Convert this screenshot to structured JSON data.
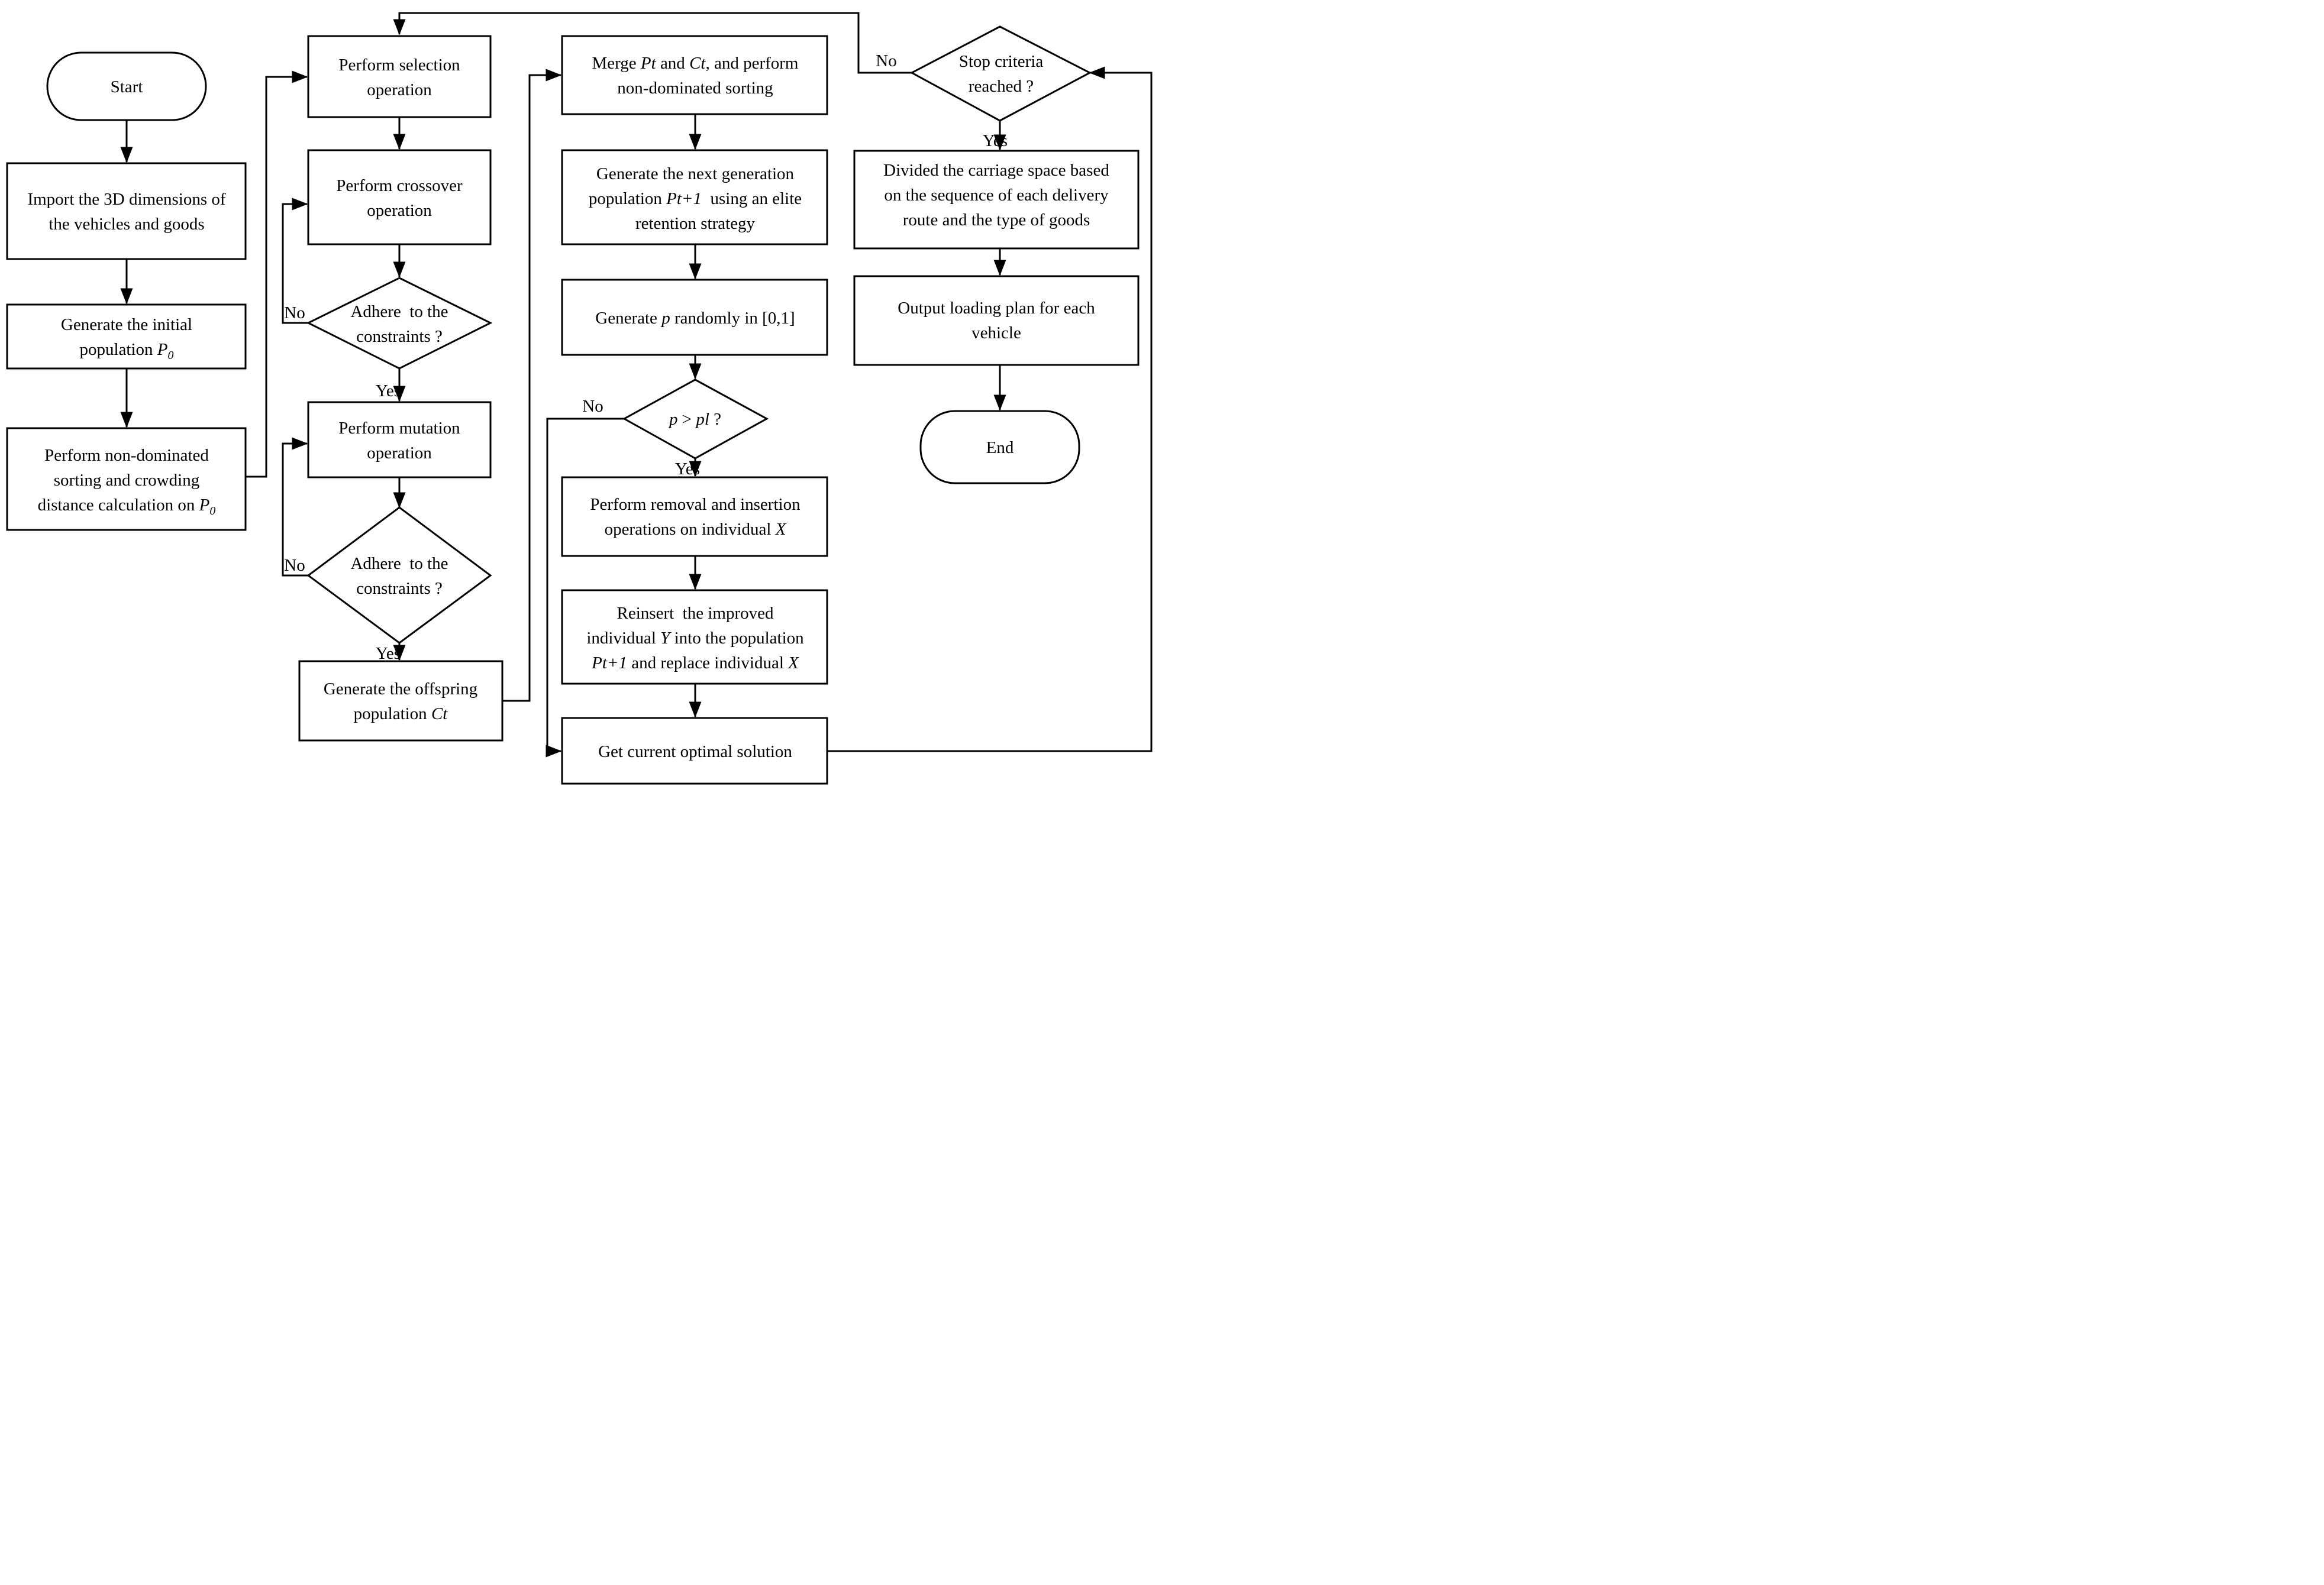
{
  "colors": {
    "line": "#000000",
    "background": "#ffffff",
    "text": "#000000"
  },
  "labels": {
    "yes": "Yes",
    "no": "No"
  },
  "nodes": {
    "start": {
      "label": "Start"
    },
    "import": {
      "l1": "Import the 3D dimensions of",
      "l2": "the vehicles and goods"
    },
    "geninit": {
      "l1": "Generate the initial",
      "l2a": "population ",
      "l2b": "P",
      "l2c": "0"
    },
    "sorting": {
      "l1": "Perform non-dominated",
      "l2": "sorting and crowding",
      "l3a": "distance calculation on ",
      "l3b": "P",
      "l3c": "0"
    },
    "selection": {
      "l1": "Perform selection",
      "l2": "operation"
    },
    "crossover": {
      "l1": "Perform crossover",
      "l2": "operation"
    },
    "constraints1": {
      "l1": "Adhere  to the",
      "l2": "constraints ?"
    },
    "mutation": {
      "l1": "Perform mutation",
      "l2": "operation"
    },
    "constraints2": {
      "l1": "Adhere  to the",
      "l2": "constraints ?"
    },
    "offspring": {
      "l1": "Generate the offspring",
      "l2a": "population ",
      "l2b": "Ct"
    },
    "merge": {
      "l1a": "Merge ",
      "l1b": "Pt",
      "l1c": " and ",
      "l1d": "Ct",
      "l1e": ", and perform",
      "l2": "non-dominated sorting"
    },
    "nextgen": {
      "l1": "Generate the next generation",
      "l2a": "population ",
      "l2b": "Pt+1",
      "l2c": "  using an elite",
      "l3": "retention strategy"
    },
    "generatep": {
      "l1a": "Generate ",
      "l1b": "p",
      "l1c": " randomly in [0,1]"
    },
    "pcheck": {
      "l1a": "p",
      "l1b": " > ",
      "l1c": "pl",
      "l1d": " ?"
    },
    "removal": {
      "l1": "Perform removal and insertion",
      "l2a": "operations on individual ",
      "l2b": "X"
    },
    "reinsert": {
      "l1": "Reinsert  the improved",
      "l2a": "individual ",
      "l2b": "Y",
      "l2c": " into the population",
      "l3a": "Pt+1",
      "l3b": " and replace individual ",
      "l3c": "X"
    },
    "getoptimal": {
      "l1": "Get current optimal solution"
    },
    "stopcriteria": {
      "l1": "Stop criteria",
      "l2": "reached ?"
    },
    "divided": {
      "l1": "Divided the carriage space based",
      "l2": "on the sequence of each delivery",
      "l3": "route and the type of goods"
    },
    "output": {
      "l1": "Output loading plan for each",
      "l2": "vehicle"
    },
    "end": {
      "label": "End"
    }
  }
}
